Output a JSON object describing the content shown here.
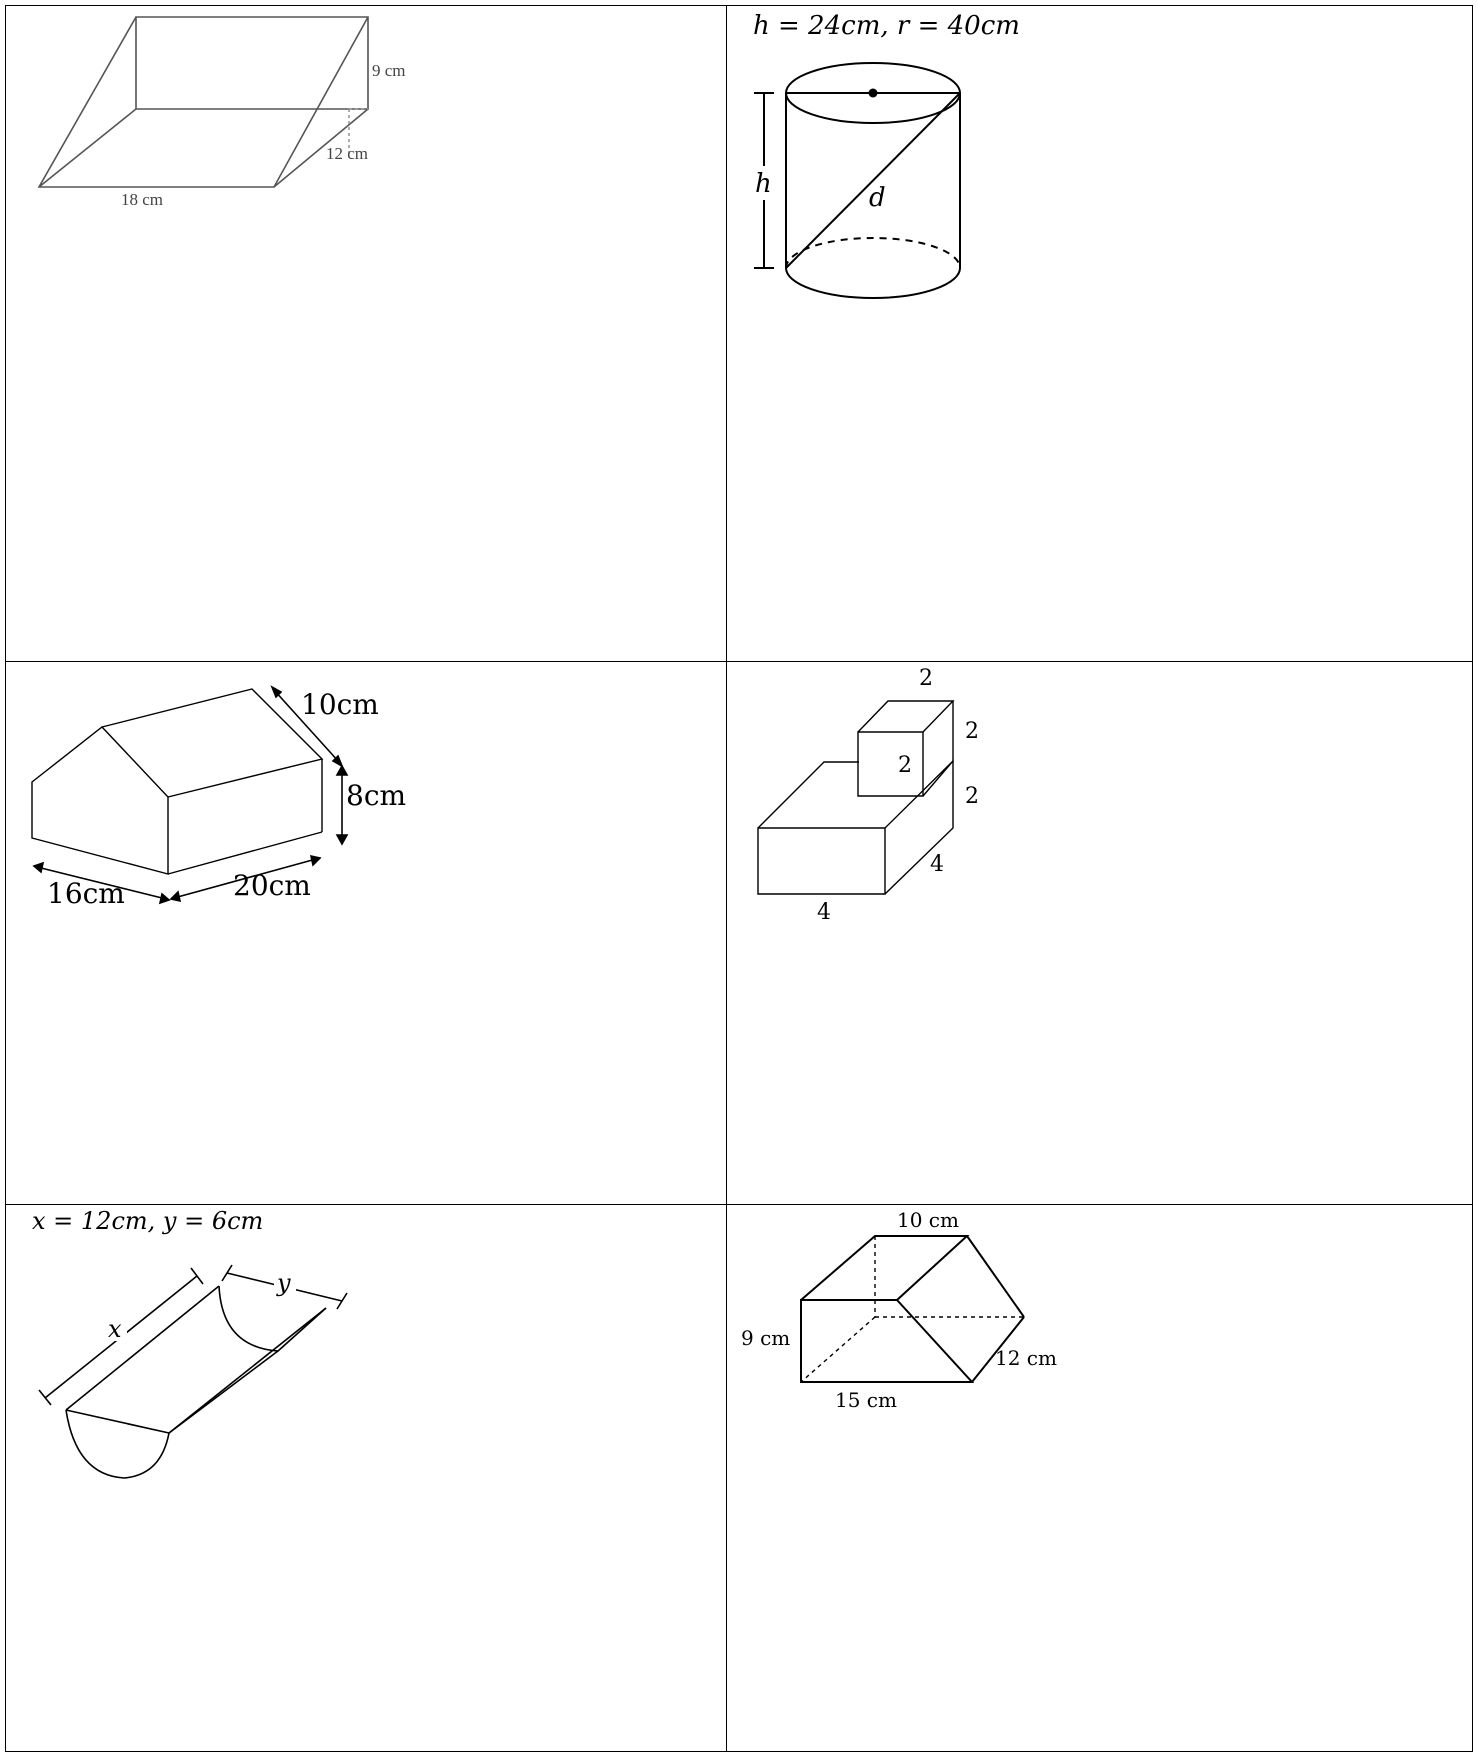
{
  "problems": [
    {
      "id": "p1",
      "shape": "trapezoidal-prism",
      "labels": {
        "height": "9 cm",
        "depth": "12 cm",
        "base": "18 cm"
      }
    },
    {
      "id": "p2",
      "shape": "cylinder",
      "given": "h = 24cm, r = 40cm",
      "labels": {
        "h": "h",
        "d": "d"
      }
    },
    {
      "id": "p3",
      "shape": "pentagonal-prism-house",
      "labels": {
        "slant": "10cm",
        "height": "8cm",
        "width": "16cm",
        "length": "20cm"
      }
    },
    {
      "id": "p4",
      "shape": "stacked-cubes",
      "labels": {
        "top": "2",
        "side_upper": "2",
        "front_small": "2",
        "side_lower": "2",
        "depth": "4",
        "base": "4"
      }
    },
    {
      "id": "p5",
      "shape": "half-cylinder-trough",
      "given": "x = 12cm, y = 6cm",
      "labels": {
        "x": "x",
        "y": "y"
      }
    },
    {
      "id": "p6",
      "shape": "trapezoidal-prism-2",
      "labels": {
        "top": "10 cm",
        "height": "9 cm",
        "depth": "12 cm",
        "base": "15 cm"
      }
    }
  ]
}
